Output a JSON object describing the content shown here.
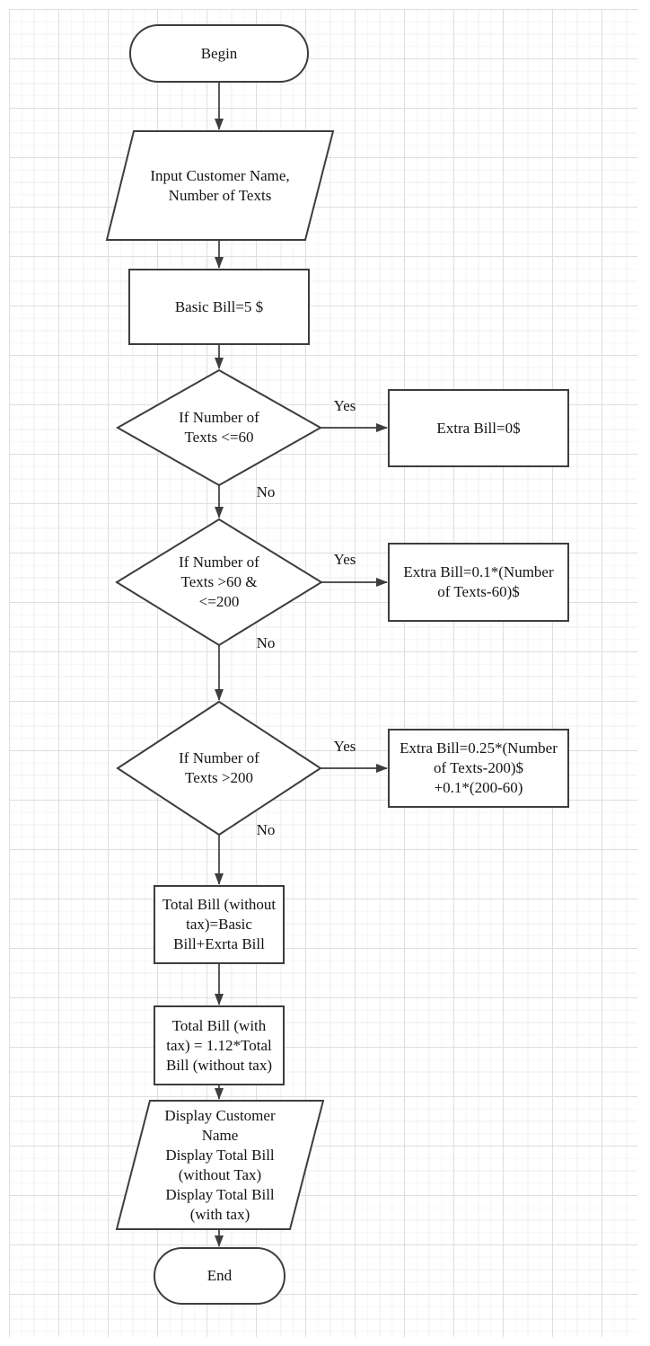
{
  "colors": {
    "stroke": "#3d3d3d",
    "text": "#141414",
    "node_fill": "#ffffff",
    "grid_minor": "#f6f6f6",
    "grid_medium": "#ececec",
    "grid_major": "#dedede",
    "canvas_background": "#ffffff"
  },
  "diagram": {
    "nodes": [
      {
        "id": "begin",
        "type": "terminator",
        "label": "Begin"
      },
      {
        "id": "input-customer",
        "type": "input-output",
        "label": "Input Customer Name,\nNumber of Texts"
      },
      {
        "id": "basic-bill",
        "type": "process",
        "label": "Basic Bill=5 $"
      },
      {
        "id": "check-low",
        "type": "decision",
        "label": "If Number of\nTexts <=60"
      },
      {
        "id": "extra-zero",
        "type": "process",
        "label": "Extra Bill=0$"
      },
      {
        "id": "check-mid",
        "type": "decision",
        "label": "If Number of\nTexts >60 &\n<=200"
      },
      {
        "id": "extra-mid",
        "type": "process",
        "label": "Extra Bill=0.1*(Number\nof Texts-60)$"
      },
      {
        "id": "check-high",
        "type": "decision",
        "label": "If Number of\nTexts >200"
      },
      {
        "id": "extra-high",
        "type": "process",
        "label": "Extra Bill=0.25*(Number\nof Texts-200)$\n+0.1*(200-60)"
      },
      {
        "id": "total-without-tax",
        "type": "process",
        "label": "Total Bill (without\ntax)=Basic\nBill+Exrta Bill"
      },
      {
        "id": "total-with-tax",
        "type": "process",
        "label": "Total Bill (with\ntax) = 1.12*Total\nBill (without tax)"
      },
      {
        "id": "display-results",
        "type": "input-output",
        "label": "Display Customer\nName\nDisplay Total Bill\n(without Tax)\nDisplay Total Bill\n(with tax)"
      },
      {
        "id": "end",
        "type": "terminator",
        "label": "End"
      }
    ],
    "edges": [
      {
        "from": "begin",
        "to": "input-customer"
      },
      {
        "from": "input-customer",
        "to": "basic-bill"
      },
      {
        "from": "basic-bill",
        "to": "check-low"
      },
      {
        "from": "check-low",
        "to": "extra-zero",
        "label": "Yes"
      },
      {
        "from": "check-low",
        "to": "check-mid",
        "label": "No"
      },
      {
        "from": "check-mid",
        "to": "extra-mid",
        "label": "Yes"
      },
      {
        "from": "check-mid",
        "to": "check-high",
        "label": "No"
      },
      {
        "from": "check-high",
        "to": "extra-high",
        "label": "Yes"
      },
      {
        "from": "check-high",
        "to": "total-without-tax",
        "label": "No"
      },
      {
        "from": "total-without-tax",
        "to": "total-with-tax"
      },
      {
        "from": "total-with-tax",
        "to": "display-results"
      },
      {
        "from": "display-results",
        "to": "end"
      }
    ]
  }
}
